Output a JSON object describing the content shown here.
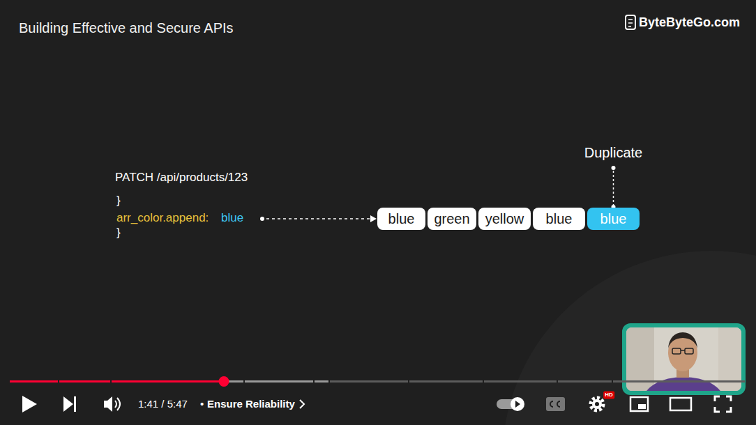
{
  "diagram": {
    "title": "Building Effective and Secure APIs",
    "nodes": [
      {
        "text": [
          "blue"
        ]
      },
      {
        "text": [
          "green"
        ]
      },
      {
        "text": [
          "yellow"
        ]
      },
      {
        "text": [
          "blue"
        ]
      },
      {
        "text": [
          "blue"
        ]
      }
    ],
    "labels": [
      "ByteByteGo.com",
      "PATCH /api/products/123",
      "}",
      "arr_color.append:",
      "blue",
      "}",
      "Duplicate",
      "1:41 / 5:47",
      "•",
      "Ensure Reliability",
      "HD"
    ]
  }
}
